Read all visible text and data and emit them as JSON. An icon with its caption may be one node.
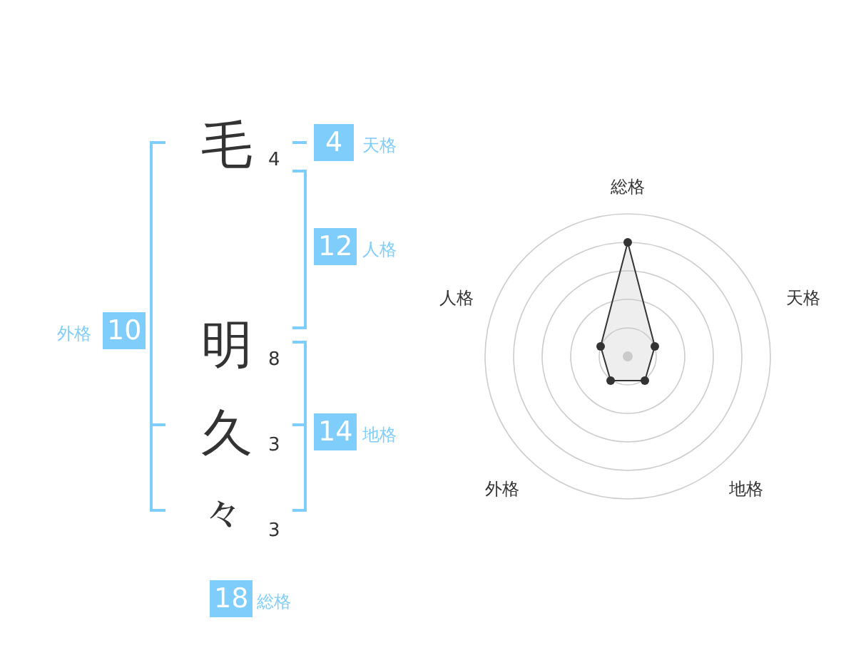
{
  "diagram": {
    "nodes": [
      {
        "text": [
          "4"
        ],
        "beside": [
          "天格"
        ]
      },
      {
        "text": [
          "12"
        ],
        "beside": [
          "人格"
        ]
      },
      {
        "text": [
          "10"
        ],
        "beside": [
          "外格"
        ]
      },
      {
        "text": [
          "14"
        ],
        "beside": [
          "地格"
        ]
      },
      {
        "text": [
          "18"
        ],
        "beside": [
          "総格"
        ]
      }
    ],
    "edges": [],
    "labels": [
      "毛",
      "4",
      "明",
      "8",
      "久",
      "3",
      "々",
      "3",
      "総格",
      "人格",
      "天格",
      "外格",
      "地格"
    ]
  }
}
